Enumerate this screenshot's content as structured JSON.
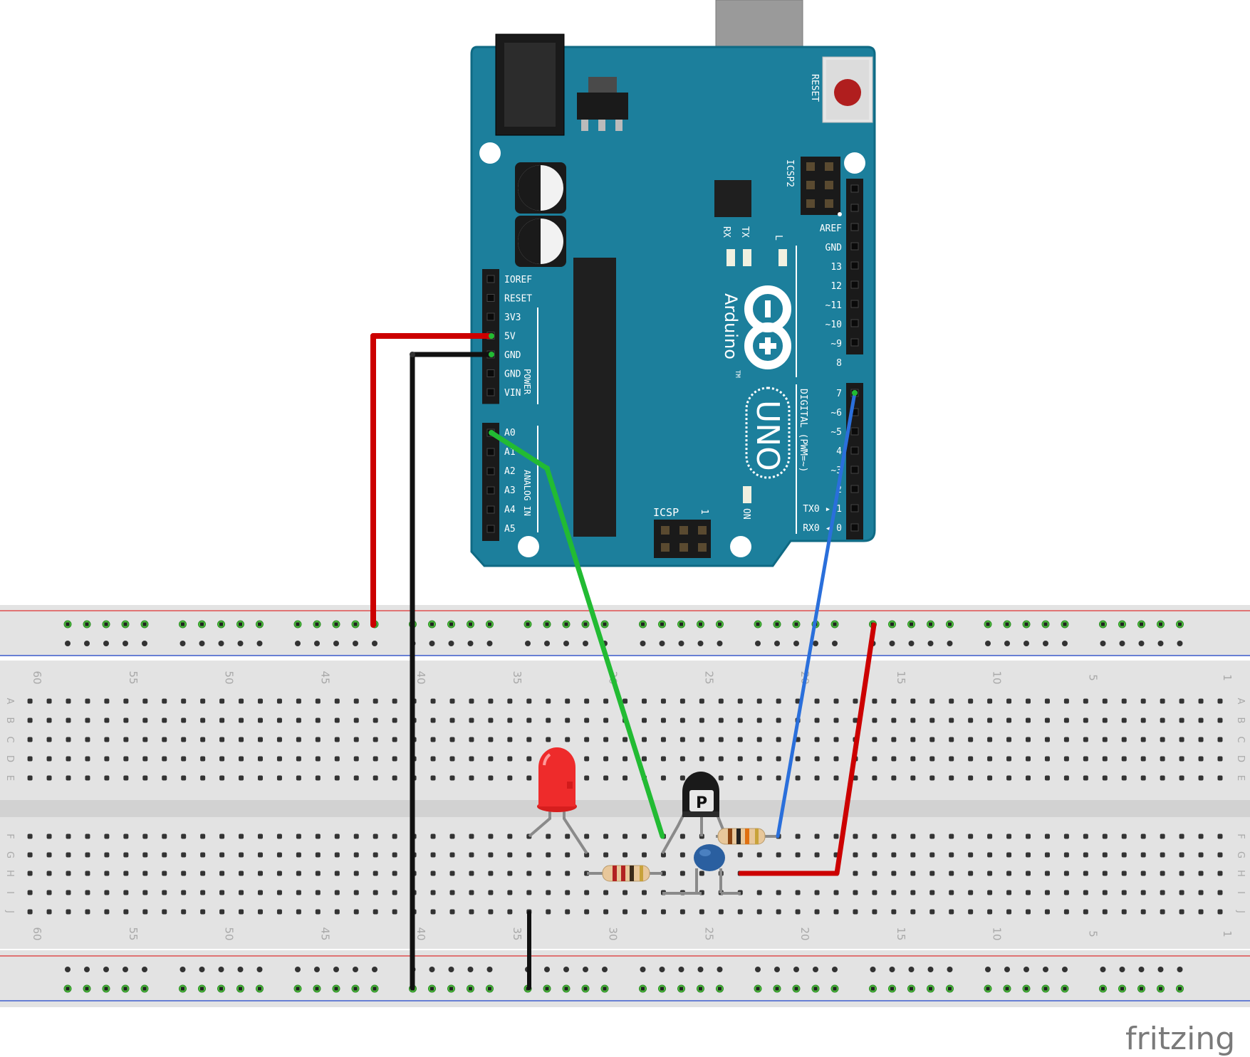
{
  "arduino": {
    "reset_label": "RESET",
    "icsp2_label": "ICSP2",
    "icsp_label": "ICSP",
    "icsp_pin1": "1",
    "rx_led": "RX",
    "tx_led": "TX",
    "l_led": "L",
    "on_led": "ON",
    "brand": "Arduino",
    "trademark": "TM",
    "model": "UNO",
    "digital_label": "DIGITAL (PWM=~)",
    "power_label": "POWER",
    "analog_label": "ANALOG IN",
    "power_pins": [
      "IOREF",
      "RESET",
      "3V3",
      "5V",
      "GND",
      "GND",
      "VIN"
    ],
    "analog_pins": [
      "A0",
      "A1",
      "A2",
      "A3",
      "A4",
      "A5"
    ],
    "digital_high_pins": [
      "AREF",
      "GND",
      "13",
      "12",
      "~11",
      "~10",
      "~9",
      "8"
    ],
    "digital_low_pins": [
      "7",
      "~6",
      "~5",
      "4",
      "~3",
      "2",
      "TX0 ▸ 1",
      "RX0 ◂ 0"
    ]
  },
  "breadboard": {
    "column_numbers": [
      "60",
      "55",
      "50",
      "45",
      "40",
      "35",
      "30",
      "25",
      "20",
      "15",
      "10",
      "5",
      "1"
    ],
    "top_rows": [
      "A",
      "B",
      "C",
      "D",
      "E"
    ],
    "bottom_rows": [
      "F",
      "G",
      "H",
      "I",
      "J"
    ]
  },
  "components": {
    "transistor_marking": "P"
  },
  "wires": [
    {
      "name": "5v-wire",
      "color": "#cc0000"
    },
    {
      "name": "gnd-wire",
      "color": "#111111"
    },
    {
      "name": "a0-wire",
      "color": "#22bb33"
    },
    {
      "name": "pin7-wire",
      "color": "#2a6fdb"
    },
    {
      "name": "rail-to-emitter-wire",
      "color": "#cc0000"
    },
    {
      "name": "led-gnd-wire",
      "color": "#111111"
    }
  ],
  "colors": {
    "board": "#1c7f9c",
    "board_edge": "#0f6a84",
    "breadboard": "#e3e3e3",
    "rail_red": "#e05050",
    "rail_blue": "#4060d0",
    "led": "#ee2b2b"
  },
  "footer": {
    "brand": "fritzing"
  }
}
